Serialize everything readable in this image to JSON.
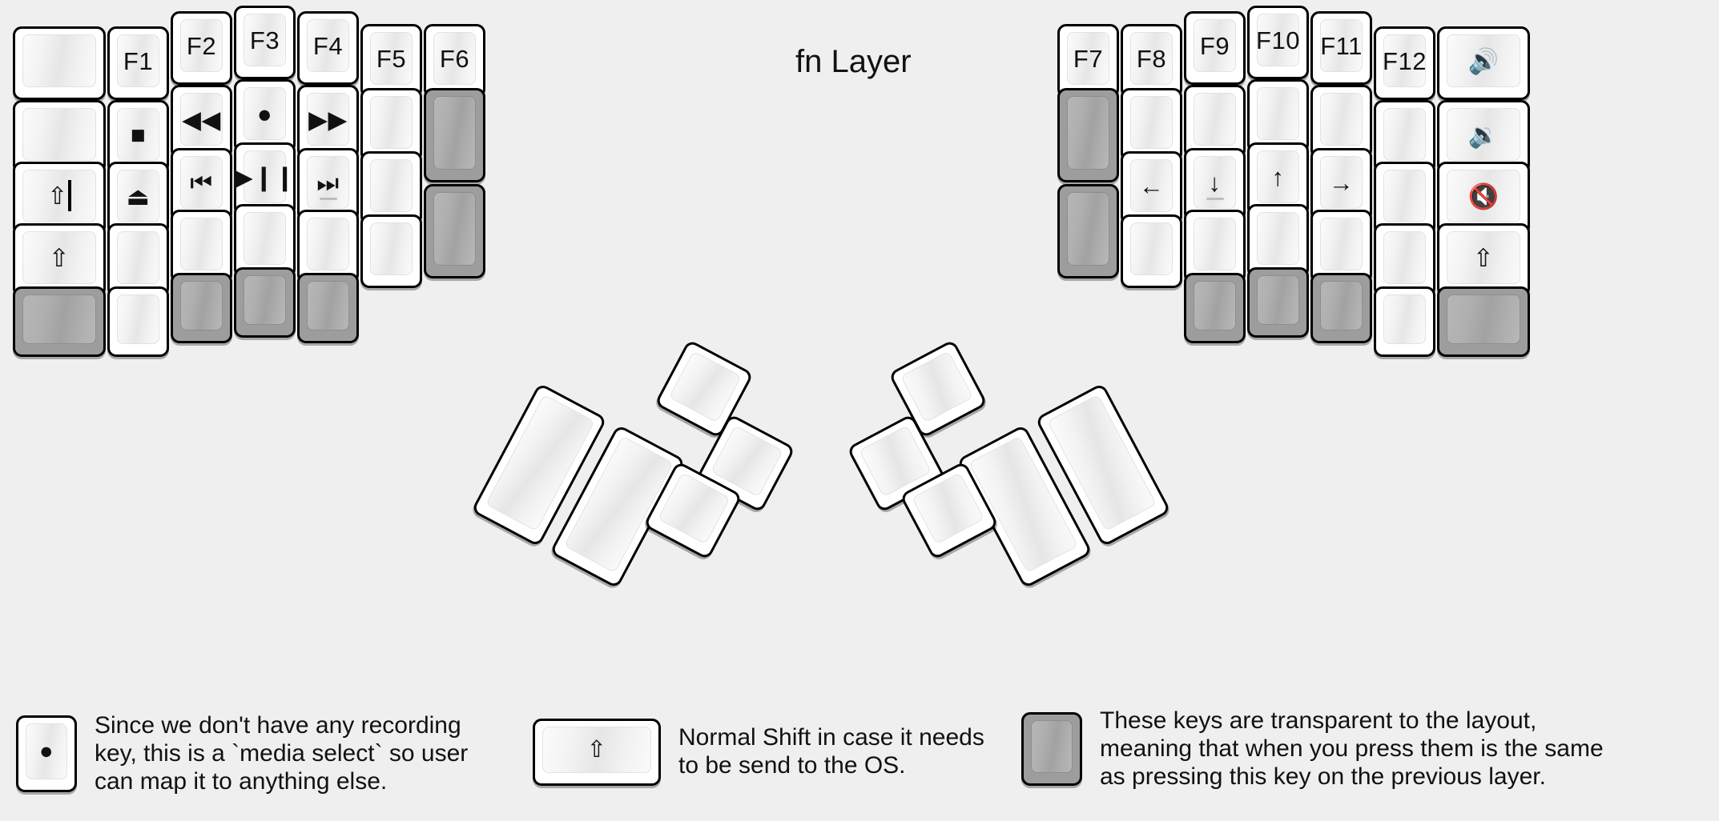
{
  "title": "fn Layer",
  "colors": {
    "background": "#efefef",
    "keycap": "#ffffff",
    "keycap_border": "#000000",
    "transparent_key": "#9d9d9d",
    "text": "#111111"
  },
  "legend": [
    {
      "key_glyph": "●",
      "key_name": "record-key-sample",
      "text": "Since we don't have any recording\nkey, this is a `media select` so user\ncan map it to anything else."
    },
    {
      "key_glyph": "⇧",
      "key_name": "shift-key-sample",
      "text": "Normal Shift in case it needs\nto be send to the OS."
    },
    {
      "key_glyph": "",
      "key_name": "transparent-key-sample",
      "text": "These keys are transparent to the layout,\nmeaning that when you press them is the same\nas pressing this key on the previous layer."
    }
  ],
  "left_half": {
    "columns": [
      {
        "name": "col-pinky-outer",
        "keys": [
          {
            "label": "",
            "name": "key-blank-l1r1",
            "transparent": false
          },
          {
            "label": "",
            "name": "key-blank-l1r2",
            "transparent": false
          },
          {
            "label": "⇪",
            "name": "key-caps-lock",
            "transparent": false,
            "glyph": "capslock"
          },
          {
            "label": "⇧",
            "name": "key-shift-left",
            "transparent": false
          },
          {
            "label": "",
            "name": "key-trans-l1r5",
            "transparent": true
          }
        ]
      },
      {
        "name": "col-pinky",
        "keys": [
          {
            "label": "F1",
            "name": "key-f1",
            "transparent": false
          },
          {
            "label": "■",
            "name": "key-media-stop",
            "transparent": false
          },
          {
            "label": "⏏",
            "name": "key-media-eject",
            "transparent": false
          },
          {
            "label": "",
            "name": "key-blank-l2r4",
            "transparent": false
          },
          {
            "label": "",
            "name": "key-blank-l2r5",
            "transparent": false
          }
        ]
      },
      {
        "name": "col-ring",
        "keys": [
          {
            "label": "F2",
            "name": "key-f2",
            "transparent": false
          },
          {
            "label": "◀◀",
            "name": "key-media-rewind",
            "transparent": false
          },
          {
            "label": "⏮",
            "name": "key-media-prev",
            "transparent": false
          },
          {
            "label": "",
            "name": "key-blank-l3r4",
            "transparent": false
          },
          {
            "label": "",
            "name": "key-trans-l3r5",
            "transparent": true
          }
        ]
      },
      {
        "name": "col-middle",
        "keys": [
          {
            "label": "F3",
            "name": "key-f3",
            "transparent": false
          },
          {
            "label": "●",
            "name": "key-media-record",
            "transparent": false
          },
          {
            "label": "▶❙❙",
            "name": "key-media-play-pause",
            "transparent": false
          },
          {
            "label": "",
            "name": "key-blank-l4r4",
            "transparent": false
          },
          {
            "label": "",
            "name": "key-trans-l4r5",
            "transparent": true
          }
        ]
      },
      {
        "name": "col-index",
        "keys": [
          {
            "label": "F4",
            "name": "key-f4",
            "transparent": false
          },
          {
            "label": "▶▶",
            "name": "key-media-fast-forward",
            "transparent": false
          },
          {
            "label": "⏭",
            "name": "key-media-next",
            "transparent": false,
            "underbar": true
          },
          {
            "label": "",
            "name": "key-blank-l5r4",
            "transparent": false
          },
          {
            "label": "",
            "name": "key-trans-l5r5",
            "transparent": true
          }
        ]
      },
      {
        "name": "col-index-inner",
        "keys": [
          {
            "label": "F5",
            "name": "key-f5",
            "transparent": false
          },
          {
            "label": "",
            "name": "key-blank-l6r2",
            "transparent": false
          },
          {
            "label": "",
            "name": "key-blank-l6r3",
            "transparent": false
          },
          {
            "label": "",
            "name": "key-blank-l6r4",
            "transparent": false
          }
        ]
      },
      {
        "name": "col-inner",
        "keys": [
          {
            "label": "F6",
            "name": "key-f6",
            "transparent": false
          },
          {
            "label": "",
            "name": "key-trans-l7r2",
            "transparent": true
          },
          {
            "label": "",
            "name": "key-trans-l7r3",
            "transparent": true
          }
        ]
      }
    ],
    "thumb_cluster": [
      {
        "label": "",
        "name": "key-thumb-l1",
        "transparent": false
      },
      {
        "label": "",
        "name": "key-thumb-l2",
        "transparent": false
      },
      {
        "label": "",
        "name": "key-thumb-l3",
        "transparent": false
      },
      {
        "label": "",
        "name": "key-thumb-l4",
        "transparent": false
      },
      {
        "label": "",
        "name": "key-thumb-l5",
        "transparent": false
      }
    ]
  },
  "right_half": {
    "columns": [
      {
        "name": "col-inner-r",
        "keys": [
          {
            "label": "F7",
            "name": "key-f7",
            "transparent": false
          },
          {
            "label": "",
            "name": "key-trans-r1r2",
            "transparent": true
          },
          {
            "label": "",
            "name": "key-trans-r1r3",
            "transparent": true
          }
        ]
      },
      {
        "name": "col-index-inner-r",
        "keys": [
          {
            "label": "F8",
            "name": "key-f8",
            "transparent": false
          },
          {
            "label": "",
            "name": "key-blank-r2r2",
            "transparent": false
          },
          {
            "label": "←",
            "name": "key-arrow-left",
            "transparent": false
          },
          {
            "label": "",
            "name": "key-blank-r2r4",
            "transparent": false
          }
        ]
      },
      {
        "name": "col-index-r",
        "keys": [
          {
            "label": "F9",
            "name": "key-f9",
            "transparent": false
          },
          {
            "label": "",
            "name": "key-blank-r3r2",
            "transparent": false
          },
          {
            "label": "↓",
            "name": "key-arrow-down",
            "transparent": false,
            "underbar": true
          },
          {
            "label": "",
            "name": "key-blank-r3r4",
            "transparent": false
          },
          {
            "label": "",
            "name": "key-trans-r3r5",
            "transparent": true
          }
        ]
      },
      {
        "name": "col-middle-r",
        "keys": [
          {
            "label": "F10",
            "name": "key-f10",
            "transparent": false
          },
          {
            "label": "",
            "name": "key-blank-r4r2",
            "transparent": false
          },
          {
            "label": "↑",
            "name": "key-arrow-up",
            "transparent": false
          },
          {
            "label": "",
            "name": "key-blank-r4r4",
            "transparent": false
          },
          {
            "label": "",
            "name": "key-trans-r4r5",
            "transparent": true
          }
        ]
      },
      {
        "name": "col-ring-r",
        "keys": [
          {
            "label": "F11",
            "name": "key-f11",
            "transparent": false
          },
          {
            "label": "",
            "name": "key-blank-r5r2",
            "transparent": false
          },
          {
            "label": "→",
            "name": "key-arrow-right",
            "transparent": false
          },
          {
            "label": "",
            "name": "key-blank-r5r4",
            "transparent": false
          },
          {
            "label": "",
            "name": "key-trans-r5r5",
            "transparent": true
          }
        ]
      },
      {
        "name": "col-pinky-r",
        "keys": [
          {
            "label": "F12",
            "name": "key-f12",
            "transparent": false
          },
          {
            "label": "",
            "name": "key-blank-r6r2",
            "transparent": false
          },
          {
            "label": "",
            "name": "key-blank-r6r3",
            "transparent": false
          },
          {
            "label": "",
            "name": "key-blank-r6r4",
            "transparent": false
          },
          {
            "label": "",
            "name": "key-blank-r6r5",
            "transparent": false
          }
        ]
      },
      {
        "name": "col-pinky-outer-r",
        "keys": [
          {
            "label": "🔊",
            "name": "key-volume-up",
            "transparent": false
          },
          {
            "label": "🔉",
            "name": "key-volume-down",
            "transparent": false
          },
          {
            "label": "🔇",
            "name": "key-volume-mute",
            "transparent": false
          },
          {
            "label": "⇧",
            "name": "key-shift-right",
            "transparent": false
          },
          {
            "label": "",
            "name": "key-trans-r7r5",
            "transparent": true
          }
        ]
      }
    ],
    "thumb_cluster": [
      {
        "label": "",
        "name": "key-thumb-r1",
        "transparent": false
      },
      {
        "label": "",
        "name": "key-thumb-r2",
        "transparent": false
      },
      {
        "label": "",
        "name": "key-thumb-r3",
        "transparent": false
      },
      {
        "label": "",
        "name": "key-thumb-r4",
        "transparent": false
      },
      {
        "label": "",
        "name": "key-thumb-r5",
        "transparent": false
      }
    ]
  }
}
